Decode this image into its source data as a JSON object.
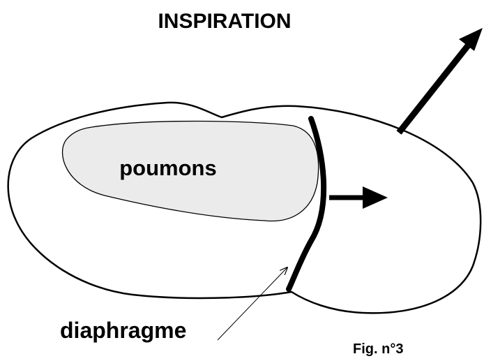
{
  "title": "INSPIRATION",
  "labels": {
    "lungs": "poumons",
    "diaphragm": "diaphragme"
  },
  "caption": "Fig. n°3",
  "colors": {
    "outline": "#000000",
    "lungs_fill": "#ebebeb",
    "background": "#ffffff"
  },
  "icons": {
    "expansion_arrow": "arrow-up-right-icon",
    "diaphragm_arrow": "arrow-right-icon",
    "pointer_arrow": "thin-arrow-icon"
  }
}
